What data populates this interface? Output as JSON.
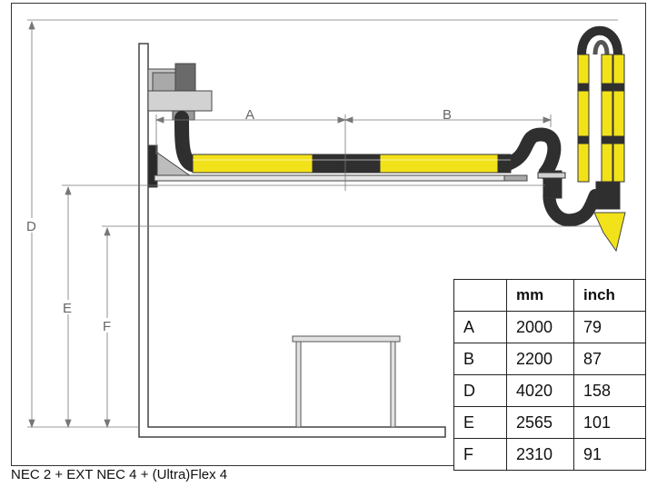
{
  "table": {
    "headers": [
      "",
      "mm",
      "inch"
    ],
    "rows": [
      {
        "label": "A",
        "mm": "2000",
        "inch": "79"
      },
      {
        "label": "B",
        "mm": "2200",
        "inch": "87"
      },
      {
        "label": "D",
        "mm": "4020",
        "inch": "158"
      },
      {
        "label": "E",
        "mm": "2565",
        "inch": "101"
      },
      {
        "label": "F",
        "mm": "2310",
        "inch": "91"
      }
    ]
  },
  "labels": {
    "a": "A",
    "b": "B",
    "d": "D",
    "e": "E",
    "f": "F"
  },
  "caption": "NEC 2 + EXT NEC 4 + (Ultra)Flex 4",
  "colors": {
    "arm_yellow": "#f2e21a",
    "hose_dark": "#2f2f2f",
    "line": "#555555"
  }
}
